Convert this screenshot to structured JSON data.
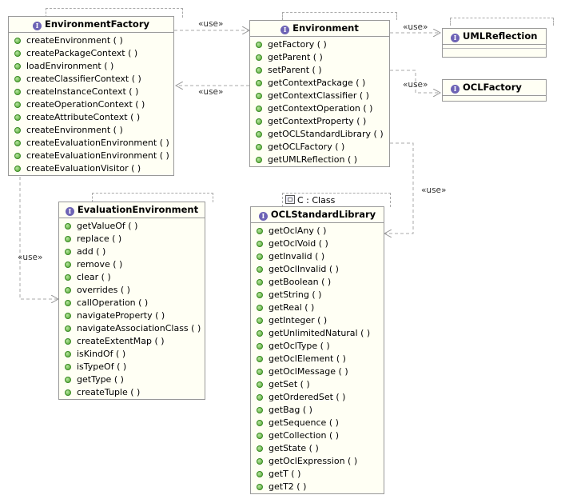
{
  "interfaces": {
    "environment_factory": {
      "name": "EnvironmentFactory",
      "operations": [
        "createEnvironment ( )",
        "createPackageContext ( )",
        "loadEnvironment ( )",
        "createClassifierContext ( )",
        "createInstanceContext ( )",
        "createOperationContext ( )",
        "createAttributeContext ( )",
        "createEnvironment ( )",
        "createEvaluationEnvironment ( )",
        "createEvaluationEnvironment ( )",
        "createEvaluationVisitor ( )"
      ]
    },
    "environment": {
      "name": "Environment",
      "operations": [
        "getFactory ( )",
        "getParent ( )",
        "setParent ( )",
        "getContextPackage ( )",
        "getContextClassifier ( )",
        "getContextOperation ( )",
        "getContextProperty ( )",
        "getOCLStandardLibrary ( )",
        "getOCLFactory ( )",
        "getUMLReflection ( )"
      ]
    },
    "uml_reflection": {
      "name": "UMLReflection",
      "operations": []
    },
    "ocl_factory": {
      "name": "OCLFactory",
      "operations": []
    },
    "evaluation_environment": {
      "name": "EvaluationEnvironment",
      "operations": [
        "getValueOf ( )",
        "replace ( )",
        "add ( )",
        "remove ( )",
        "clear ( )",
        "overrides ( )",
        "callOperation ( )",
        "navigateProperty ( )",
        "navigateAssociationClass ( )",
        "createExtentMap ( )",
        "isKindOf ( )",
        "isTypeOf ( )",
        "getType ( )",
        "createTuple ( )"
      ]
    },
    "ocl_standard_library": {
      "name": "OCLStandardLibrary",
      "template": "C : Class",
      "operations": [
        "getOclAny ( )",
        "getOclVoid ( )",
        "getInvalid ( )",
        "getOclInvalid ( )",
        "getBoolean ( )",
        "getString ( )",
        "getReal ( )",
        "getInteger ( )",
        "getUnlimitedNatural ( )",
        "getOclType ( )",
        "getOclElement ( )",
        "getOclMessage ( )",
        "getSet ( )",
        "getOrderedSet ( )",
        "getBag ( )",
        "getSequence ( )",
        "getCollection ( )",
        "getState ( )",
        "getOclExpression ( )",
        "getT ( )",
        "getT2 ( )"
      ]
    }
  },
  "dependency_label": "«use»",
  "icons": {
    "interface": "interface-icon",
    "operation": "public-operation-icon",
    "template": "template-parameter-icon"
  },
  "colors": {
    "box_fill": "#fffff4",
    "border": "#999999",
    "interface_icon": "#6d63b5",
    "operation_dot": "#4fa530",
    "connector": "#aaaaaa"
  }
}
